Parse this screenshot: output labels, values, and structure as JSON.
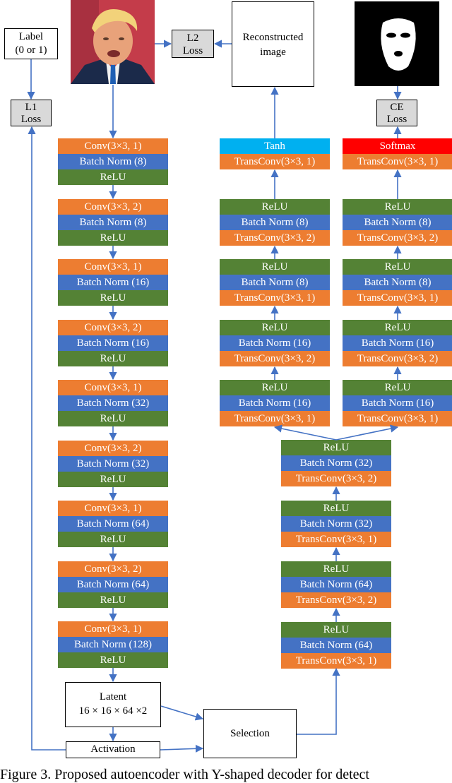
{
  "caption": "Figure 3. Proposed autoencoder with Y-shaped decoder for detect",
  "input": {
    "label_box": [
      "Label",
      "(0 or 1)"
    ]
  },
  "losses": {
    "l1": [
      "L1",
      "Loss"
    ],
    "l2": [
      "L2",
      "Loss"
    ],
    "ce": [
      "CE",
      "Loss"
    ]
  },
  "reconstructed": [
    "Reconstructed",
    "image"
  ],
  "latent": {
    "title": "Latent",
    "shape": "16 × 16 × 64 ×2"
  },
  "activation": "Activation",
  "selection": "Selection",
  "encoder": [
    {
      "conv": "Conv(3×3, 1)",
      "bn": "Batch Norm (8)",
      "relu": "ReLU"
    },
    {
      "conv": "Conv(3×3, 2)",
      "bn": "Batch Norm (8)",
      "relu": "ReLU"
    },
    {
      "conv": "Conv(3×3, 1)",
      "bn": "Batch Norm (16)",
      "relu": "ReLU"
    },
    {
      "conv": "Conv(3×3, 2)",
      "bn": "Batch Norm (16)",
      "relu": "ReLU"
    },
    {
      "conv": "Conv(3×3, 1)",
      "bn": "Batch Norm (32)",
      "relu": "ReLU"
    },
    {
      "conv": "Conv(3×3, 2)",
      "bn": "Batch Norm (32)",
      "relu": "ReLU"
    },
    {
      "conv": "Conv(3×3, 1)",
      "bn": "Batch Norm (64)",
      "relu": "ReLU"
    },
    {
      "conv": "Conv(3×3, 2)",
      "bn": "Batch Norm (64)",
      "relu": "ReLU"
    },
    {
      "conv": "Conv(3×3, 1)",
      "bn": "Batch Norm (128)",
      "relu": "ReLU"
    }
  ],
  "shared_decoder": [
    {
      "relu": "ReLU",
      "bn": "Batch Norm (32)",
      "trans": "TransConv(3×3, 2)"
    },
    {
      "relu": "ReLU",
      "bn": "Batch Norm (32)",
      "trans": "TransConv(3×3, 1)"
    },
    {
      "relu": "ReLU",
      "bn": "Batch Norm (64)",
      "trans": "TransConv(3×3, 2)"
    },
    {
      "relu": "ReLU",
      "bn": "Batch Norm (64)",
      "trans": "TransConv(3×3, 1)"
    }
  ],
  "branch_decoder": [
    {
      "relu": "ReLU",
      "bn": "Batch Norm (8)",
      "trans": "TransConv(3×3, 2)"
    },
    {
      "relu": "ReLU",
      "bn": "Batch Norm (8)",
      "trans": "TransConv(3×3, 1)"
    },
    {
      "relu": "ReLU",
      "bn": "Batch Norm (16)",
      "trans": "TransConv(3×3, 2)"
    },
    {
      "relu": "ReLU",
      "bn": "Batch Norm (16)",
      "trans": "TransConv(3×3, 1)"
    }
  ],
  "recon_head": {
    "act": "Tanh",
    "trans": "TransConv(3×3, 1)",
    "act_color": "#00B0F0"
  },
  "seg_head": {
    "act": "Softmax",
    "trans": "TransConv(3×3, 1)",
    "act_color": "#FF0000"
  },
  "colors": {
    "conv": "#ED7D31",
    "batchnorm": "#4472C4",
    "relu": "#548235",
    "arrow": "#4472C4"
  }
}
